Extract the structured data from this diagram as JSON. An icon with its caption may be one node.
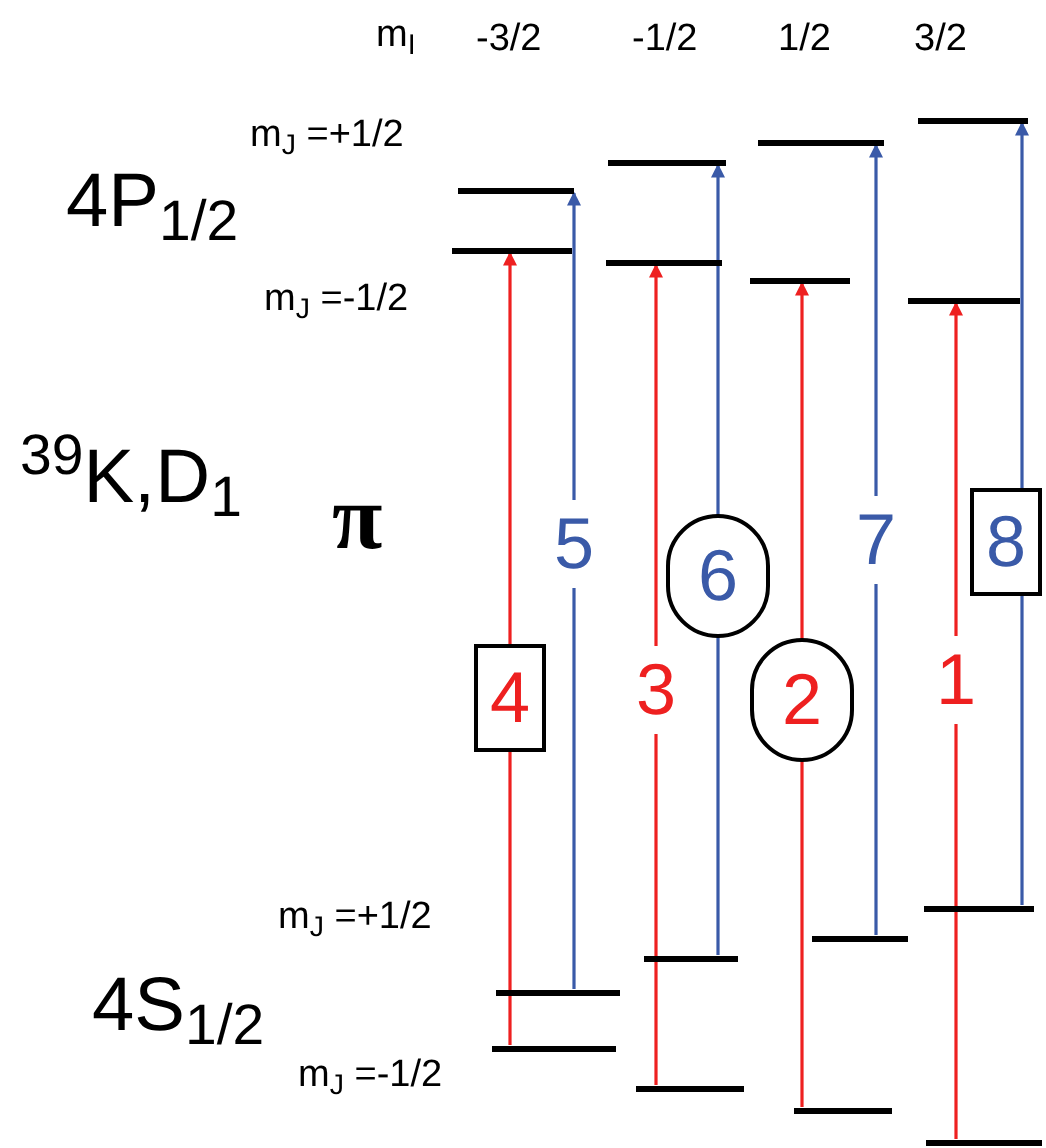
{
  "diagram": {
    "nodes": [
      {
        "text": [],
        "shape": "bar"
      },
      {
        "text": [],
        "shape": "bar"
      },
      {
        "text": [],
        "shape": "bar"
      },
      {
        "text": [],
        "shape": "bar"
      },
      {
        "text": [],
        "shape": "bar"
      },
      {
        "text": [],
        "shape": "bar"
      },
      {
        "text": [],
        "shape": "bar"
      },
      {
        "text": [],
        "shape": "bar"
      },
      {
        "text": [],
        "shape": "bar"
      },
      {
        "text": [],
        "shape": "bar"
      },
      {
        "text": [],
        "shape": "bar"
      },
      {
        "text": [],
        "shape": "bar"
      },
      {
        "text": [],
        "shape": "bar"
      },
      {
        "text": [],
        "shape": "bar"
      },
      {
        "text": [],
        "shape": "bar"
      },
      {
        "text": [],
        "shape": "bar"
      }
    ],
    "edges": [
      {
        "from": 9,
        "to": 1,
        "arrow": "to",
        "label": "4"
      },
      {
        "from": 8,
        "to": 0,
        "arrow": "to",
        "label": "5",
        "color": "#3a5aa8"
      },
      {
        "from": 11,
        "to": 3,
        "arrow": "to",
        "label": "3"
      },
      {
        "from": 10,
        "to": 2,
        "arrow": "to",
        "label": "6",
        "color": "#3a5aa8"
      },
      {
        "from": 13,
        "to": 5,
        "arrow": "to",
        "label": "2"
      },
      {
        "from": 12,
        "to": 4,
        "arrow": "to",
        "label": "7",
        "color": "#3a5aa8"
      },
      {
        "from": 15,
        "to": 7,
        "arrow": "to",
        "label": "1"
      },
      {
        "from": 14,
        "to": 6,
        "arrow": "to",
        "label": "8",
        "color": "#3a5aa8"
      }
    ],
    "labels": [
      "m$_{I}$",
      "-3/2",
      "-1/2",
      "1/2",
      "3/2",
      "m$_{J}$ =+1/2",
      "4P$_{1/2}$",
      "m$_{J}$ =-1/2",
      "$^{39}$K,D$_{1}$",
      "π",
      "m$_{J}$ =+1/2",
      "4S$_{1/2}$",
      "m$_{J}$ =-1/2"
    ]
  }
}
